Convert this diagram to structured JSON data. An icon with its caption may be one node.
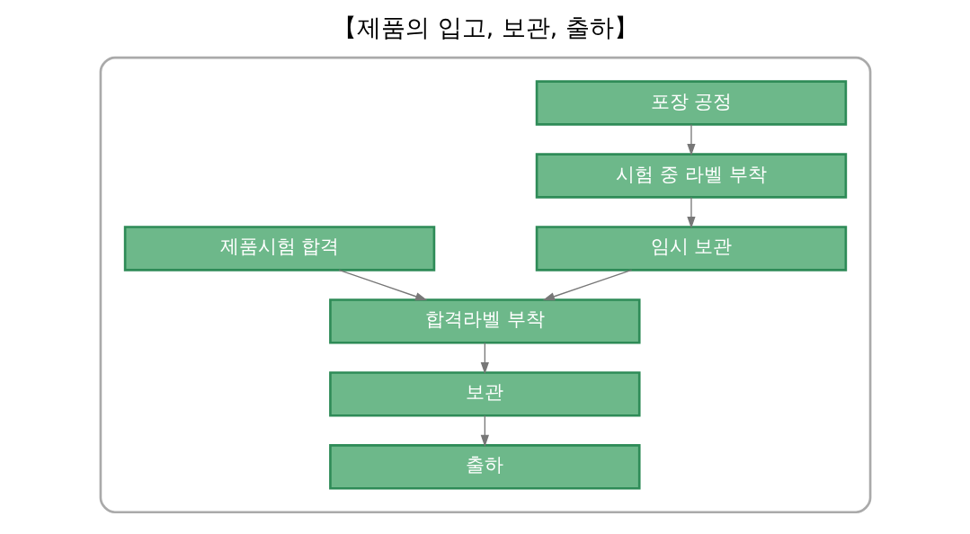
{
  "diagram": {
    "title": "【제품의 입고, 보관, 출하】",
    "nodes": [
      {
        "text": [],
        "shape": "box"
      },
      {
        "text": [
          "포장 공정"
        ],
        "in": 0
      },
      {
        "text": [
          "시험 중 라벨 부착"
        ],
        "in": 0
      },
      {
        "text": [
          "임시 보관"
        ],
        "in": 0
      },
      {
        "text": [
          "합격라벨 부착"
        ],
        "in": 0
      },
      {
        "text": [
          "보관"
        ],
        "in": 0
      },
      {
        "text": [
          "출하"
        ],
        "in": 0
      },
      {
        "text": [
          "제품시험 합격"
        ],
        "in": 0
      }
    ],
    "edges": [
      {
        "from": 1,
        "to": 2,
        "arrow": "to"
      },
      {
        "from": 2,
        "to": 3,
        "arrow": "to"
      },
      {
        "from": 3,
        "to": 4,
        "arrow": "to"
      },
      {
        "from": 7,
        "to": 4,
        "arrow": "to"
      },
      {
        "from": 4,
        "to": 5,
        "arrow": "to"
      },
      {
        "from": 5,
        "to": 6,
        "arrow": "to"
      }
    ]
  }
}
